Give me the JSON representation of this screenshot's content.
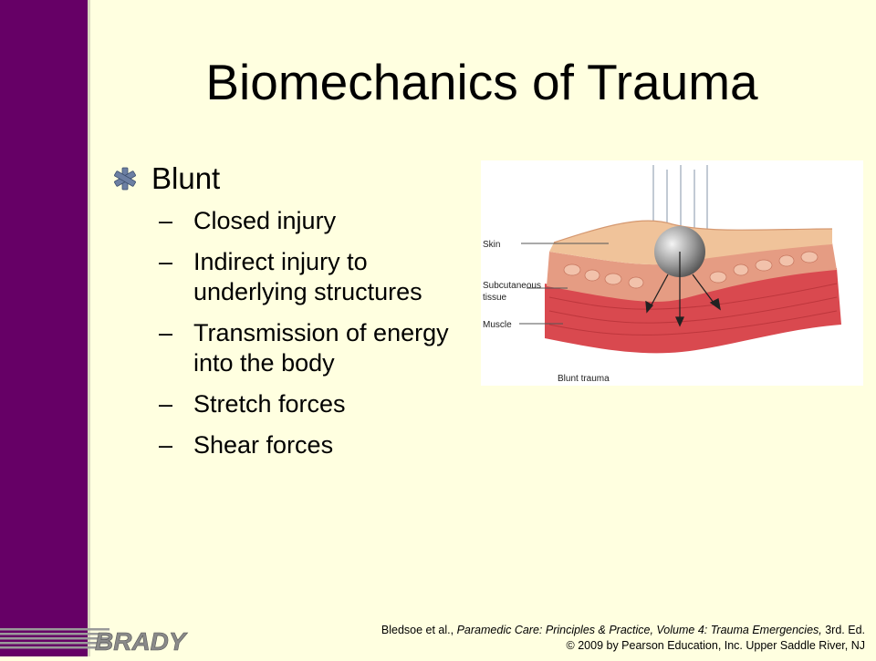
{
  "slide": {
    "title": "Biomechanics of Trauma",
    "main_bullet": "Blunt",
    "sub_bullets": [
      {
        "dash": "–",
        "text": "Closed injury"
      },
      {
        "dash": "–",
        "text": "Indirect injury to underlying structures"
      },
      {
        "dash": "–",
        "text": "Transmission of energy into the body"
      },
      {
        "dash": "–",
        "text": "Stretch forces"
      },
      {
        "dash": "–",
        "text": "Shear forces"
      }
    ]
  },
  "figure": {
    "labels": {
      "skin": "Skin",
      "subcutaneous_1": "Subcutaneous",
      "subcutaneous_2": "tissue",
      "muscle": "Muscle",
      "caption": "Blunt trauma"
    }
  },
  "footer": {
    "author": "Bledsoe et al., ",
    "book_title": "Paramedic Care: Principles & Practice, Volume 4: Trauma Emergencies,",
    "edition": " 3rd. Ed.",
    "copyright": "© 2009 by Pearson Education, Inc. Upper Saddle River, NJ"
  },
  "logo": {
    "text": "BRADY"
  },
  "colors": {
    "sidebar": "#660066",
    "background": "#ffffe0",
    "bullet_icon": "#6c7fa3"
  }
}
